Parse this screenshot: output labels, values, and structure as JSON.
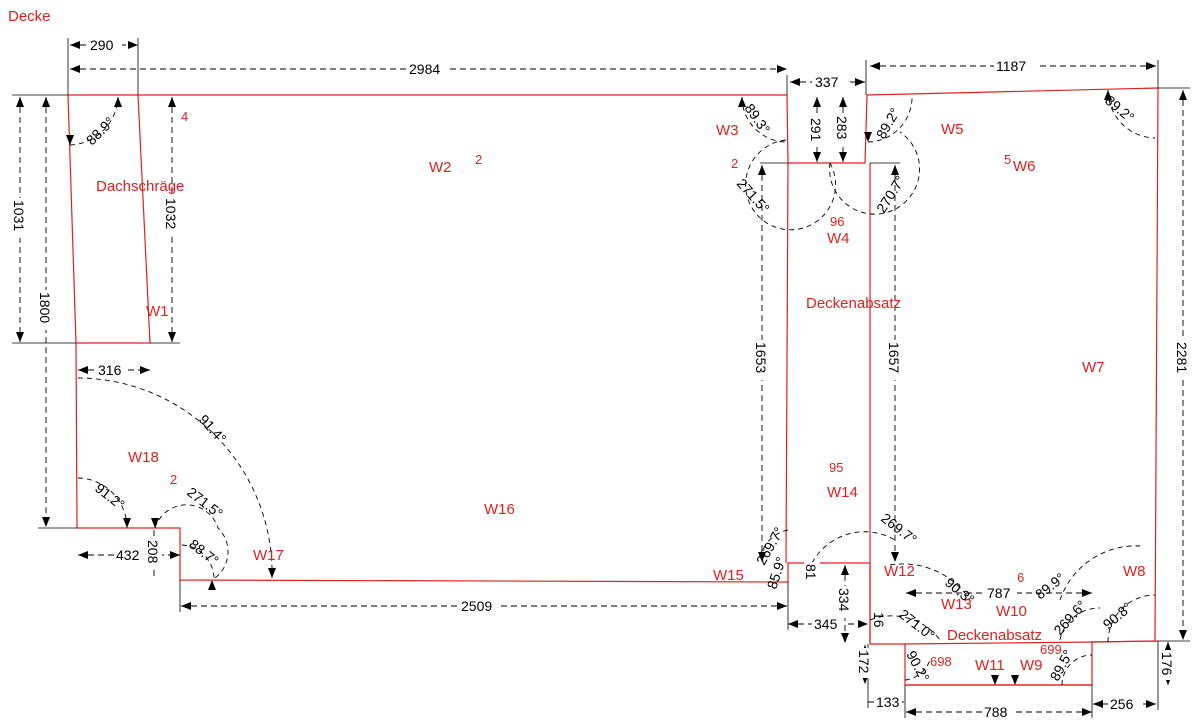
{
  "title": "Decke",
  "walls": [
    "W1",
    "W2",
    "W3",
    "W4",
    "W5",
    "W6",
    "W7",
    "W8",
    "W9",
    "W10",
    "W11",
    "W12",
    "W13",
    "W14",
    "W15",
    "W16",
    "W17",
    "W18"
  ],
  "areas": {
    "dachschraege": "Dachschräge",
    "deckenabsatz_1": "Deckenabsatz",
    "deckenabsatz_2": "Deckenabsatz"
  },
  "small_numbers": {
    "n4": "4",
    "n2_top": "2",
    "n2_w3": "2",
    "n5": "5",
    "n96": "96",
    "n95": "95",
    "n6": "6",
    "n698": "698",
    "n699": "699",
    "n2_w18": "2"
  },
  "dimensions": {
    "d290": "290",
    "d2984": "2984",
    "d337": "337",
    "d1187": "1187",
    "d1031": "1031",
    "d1800": "1800",
    "d1032": "1032",
    "d291": "291",
    "d283": "283",
    "d316": "316",
    "d1653": "1653",
    "d1657": "1657",
    "d2281": "2281",
    "d432": "432",
    "d208": "208",
    "d2509": "2509",
    "d81": "81",
    "d334": "334",
    "d345": "345",
    "d787": "787",
    "d172": "172",
    "d133": "133",
    "d788": "788",
    "d256": "256",
    "d176": "176",
    "d16": "16"
  },
  "angles": {
    "a889": "88.9°",
    "a893": "89.3°",
    "a892a": "89.2°",
    "a892b": "89.2°",
    "a2715a": "271.5°",
    "a2707": "270.7°",
    "a914": "91.4°",
    "a912": "91.2°",
    "a2715b": "271.5°",
    "a887": "88.7°",
    "a2697a": "269.7°",
    "a2697b": "269.7°",
    "a859": "85.9°",
    "a903": "90.3°",
    "a899": "89.9°",
    "a2710": "271.0°",
    "a2696": "269.6°",
    "a908": "90.8°",
    "a902": "90.2°",
    "a895": "89.5°"
  },
  "colors": {
    "wall": "#e02020",
    "dimension": "#000000"
  }
}
